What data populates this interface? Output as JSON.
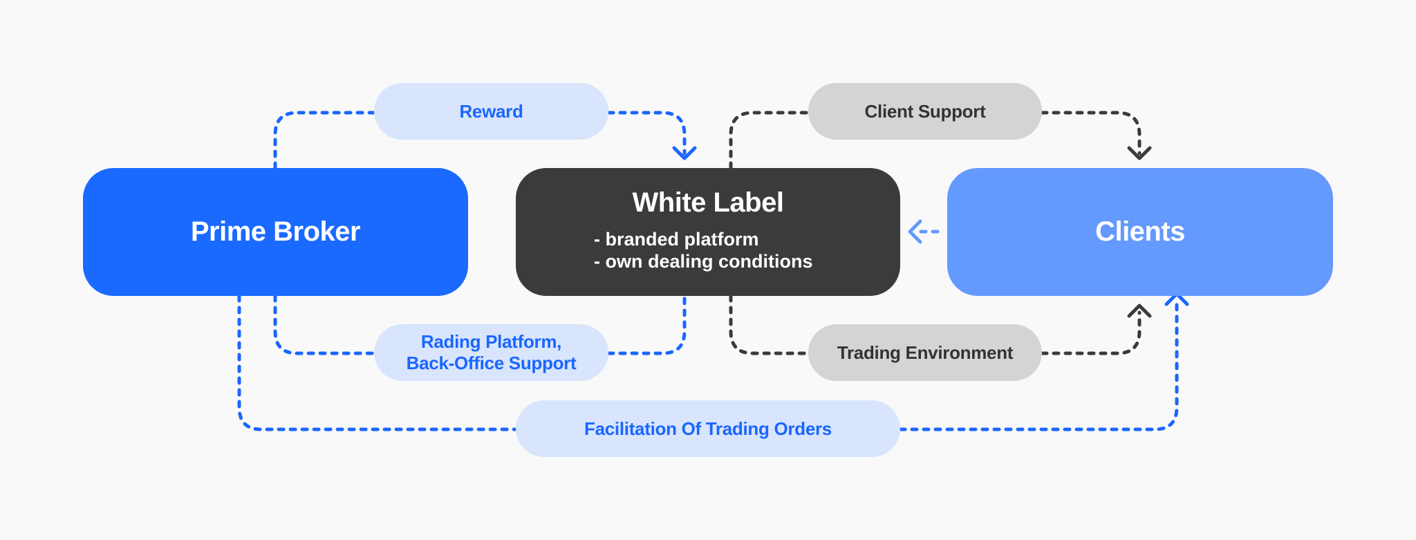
{
  "colors": {
    "background": "#f9f9f9",
    "prime_broker": "#1a6aff",
    "white_label": "#3b3b3b",
    "clients": "#6499fd",
    "blue_pill_bg": "#d8e5fd",
    "blue_text": "#1a66ff",
    "gray_pill_bg": "#d4d4d4",
    "dark_text": "#333333"
  },
  "nodes": {
    "prime_broker": {
      "title": "Prime Broker"
    },
    "white_label": {
      "title": "White Label",
      "features": [
        "- branded platform",
        "- own dealing conditions"
      ]
    },
    "clients": {
      "title": "Clients"
    }
  },
  "flows": {
    "reward": {
      "label": "Reward",
      "from": "Prime Broker",
      "to": "White Label"
    },
    "client_support": {
      "label": "Client Support",
      "from": "White Label",
      "to": "Clients"
    },
    "rading_platform": {
      "label_line1": "Rading Platform,",
      "label_line2": "Back-Office Support",
      "from": "Prime Broker",
      "to": "White Label"
    },
    "trading_environment": {
      "label": "Trading Environment",
      "from": "White Label",
      "to": "Clients"
    },
    "facilitation": {
      "label": "Facilitation Of Trading Orders",
      "from": "Prime Broker",
      "to": "Clients"
    },
    "clients_to_white_label": {
      "label": "",
      "from": "Clients",
      "to": "White Label"
    }
  }
}
